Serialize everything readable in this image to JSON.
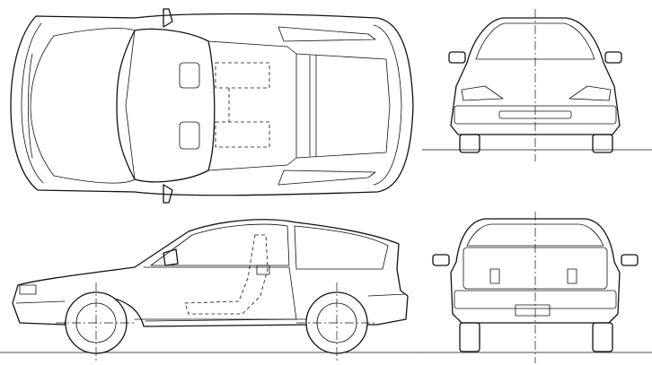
{
  "image": {
    "description_kind": "vehicle blueprint",
    "views": [
      {
        "id": "top",
        "label": ""
      },
      {
        "id": "front",
        "label": ""
      },
      {
        "id": "side",
        "label": ""
      },
      {
        "id": "rear",
        "label": ""
      }
    ],
    "line_color": "#111111",
    "background": "#ffffff"
  }
}
